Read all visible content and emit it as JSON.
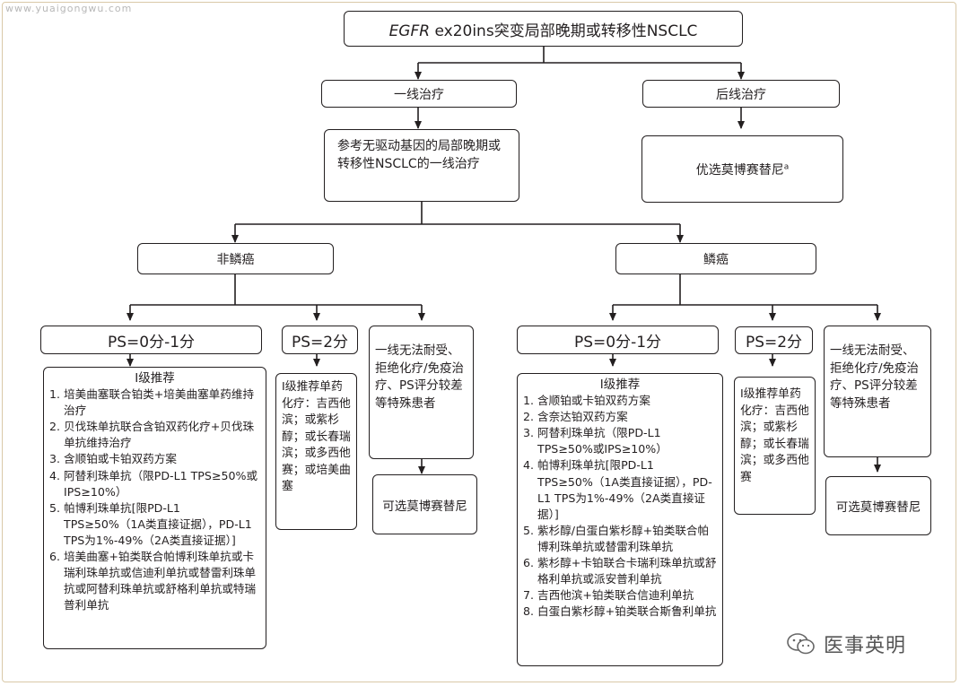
{
  "watermark": "www.yuaigongwu.com",
  "root": {
    "gene": "EGFR",
    "rest": " ex20ins突变局部晚期或转移性NSCLC"
  },
  "first_line": {
    "label": "一线治疗",
    "ref": "参考无驱动基因的局部晚期或转移性NSCLC的一线治疗"
  },
  "later_line": {
    "label": "后线治疗",
    "pref": "优选莫博赛替尼",
    "pref_sup": "a"
  },
  "nonsquamous": {
    "label": "非鳞癌",
    "ps01": {
      "label": "PS=0分-1分",
      "header": "I级推荐",
      "items": [
        "培美曲塞联合铂类+培美曲塞单药维持治疗",
        "贝伐珠单抗联合含铂双药化疗+贝伐珠单抗维持治疗",
        "含顺铂或卡铂双药方案",
        "阿替利珠单抗（限PD-L1 TPS≥50%或IPS≥10%）",
        "帕博利珠单抗[限PD-L1 TPS≥50%（1A类直接证据），PD-L1 TPS为1%-49%（2A类直接证据）]",
        "培美曲塞+铂类联合帕博利珠单抗或卡瑞利珠单抗或信迪利单抗或替雷利珠单抗或阿替利珠单抗或舒格利单抗或特瑞普利单抗"
      ]
    },
    "ps2": {
      "label": "PS=2分",
      "text": "I级推荐单药化疗：吉西他滨；或紫杉醇；或长春瑞滨；或多西他赛；或培美曲塞"
    },
    "special": "一线无法耐受、拒绝化疗/免疫治疗、PS评分较差等特殊患者",
    "alt": "可选莫博赛替尼"
  },
  "squamous": {
    "label": "鳞癌",
    "ps01": {
      "label": "PS=0分-1分",
      "header": "I级推荐",
      "items": [
        "含顺铂或卡铂双药方案",
        "含奈达铂双药方案",
        "阿替利珠单抗（限PD-L1 TPS≥50%或IPS≥10%）",
        "帕博利珠单抗[限PD-L1 TPS≥50%（1A类直接证据），PD-L1 TPS为1%-49%（2A类直接证据）]",
        "紫杉醇/白蛋白紫杉醇+铂类联合帕博利珠单抗或替雷利珠单抗",
        "紫杉醇+卡铂联合卡瑞利珠单抗或舒格利单抗或派安普利单抗",
        "吉西他滨+铂类联合信迪利单抗",
        "白蛋白紫杉醇+铂类联合斯鲁利单抗"
      ]
    },
    "ps2": {
      "label": "PS=2分",
      "text": "I级推荐单药化疗：吉西他滨；或紫杉醇；或长春瑞滨；或多西他赛"
    },
    "special": "一线无法耐受、拒绝化疗/免疫治疗、PS评分较差等特殊患者",
    "alt": "可选莫博赛替尼"
  },
  "logo": {
    "text": "医事英明",
    "icon": "wechat-icon"
  }
}
